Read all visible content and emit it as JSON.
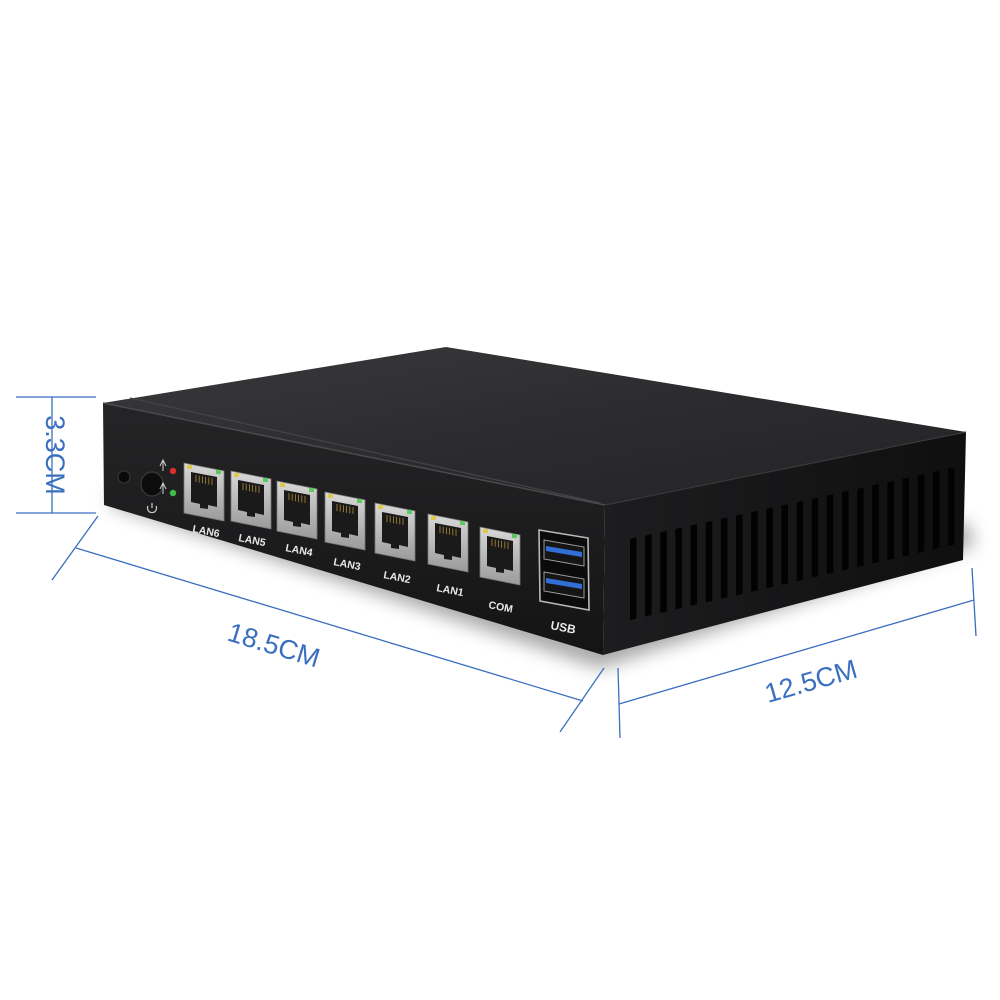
{
  "dimensions": {
    "height": "3.3CM",
    "length": "18.5CM",
    "width": "12.5CM"
  },
  "ports": {
    "lan6": "LAN6",
    "lan5": "LAN5",
    "lan4": "LAN4",
    "lan3": "LAN3",
    "lan2": "LAN2",
    "lan1": "LAN1",
    "com": "COM",
    "usb": "USB"
  },
  "colors": {
    "dimension_line": "#3a6fc0",
    "chassis_front": "#1c1c1d",
    "chassis_top": "#2c2c2e",
    "chassis_side": "#151516",
    "usb_tongue": "#2f6fd6",
    "led_red": "#d9302b",
    "led_green": "#3fbf4a"
  },
  "icons": {
    "power": "power-icon",
    "hdd_activity": "hdd-activity-icon"
  }
}
